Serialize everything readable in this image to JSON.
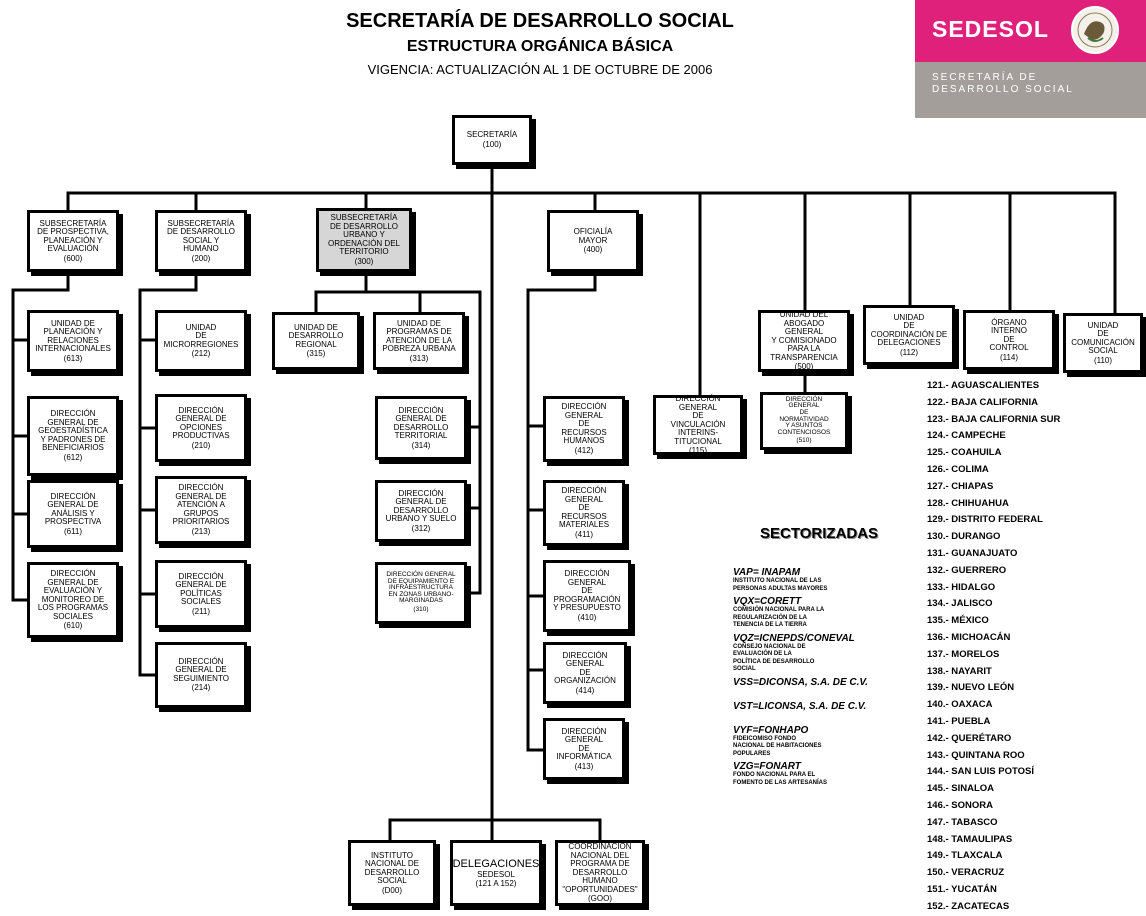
{
  "header": {
    "title": "SECRETARÍA DE DESARROLLO SOCIAL",
    "subtitle": "ESTRUCTURA ORGÁNICA BÁSICA",
    "validity": "VIGENCIA:  ACTUALIZACIÓN AL 1 DE OCTUBRE DE 2006"
  },
  "logo": {
    "brand": "SEDESOL",
    "subtitle": "SECRETARÍA DE\nDESARROLLO SOCIAL",
    "seal_icon": "mexican-coat-of-arms-icon",
    "brand_color": "#e0217b",
    "band_color": "#a39e99"
  },
  "org": {
    "secretaria": {
      "label": "SECRETARÍA",
      "code": "(100)"
    },
    "s600": {
      "label": "SUBSECRETARÍA\nDE  PROSPECTIVA,\nPLANEACIÓN Y\nEVALUACIÓN",
      "code": "(600)"
    },
    "s200": {
      "label": "SUBSECRETARÍA\nDE  DESARROLLO\nSOCIAL  Y\nHUMANO",
      "code": "(200)"
    },
    "s300": {
      "label": "SUBSECRETARÍA\nDE DESARROLLO\nURBANO Y\nORDENACIÓN DEL\nTERRITORIO",
      "code": "(300)"
    },
    "s400": {
      "label": "OFICIALÍA\nMAYOR",
      "code": "(400)"
    },
    "u500": {
      "label": "UNIDAD DEL\nABOGADO\nGENERAL\nY COMISIONADO\nPARA LA\nTRANSPARENCIA",
      "code": "(500)"
    },
    "u112": {
      "label": "UNIDAD\nDE\nCOORDINACIÓN DE\nDELEGACIONES",
      "code": "(112)"
    },
    "u114": {
      "label": "ÓRGANO\nINTERNO\nDE\nCONTROL",
      "code": "(114)"
    },
    "u110": {
      "label": "UNIDAD\nDE\nCOMUNICACIÓN\nSOCIAL",
      "code": "(110)"
    },
    "u613": {
      "label": "UNIDAD DE\nPLANEACIÓN Y\nRELACIONES\nINTERNACIONALES",
      "code": "(613)"
    },
    "u612": {
      "label": "DIRECCIÓN\nGENERAL DE\nGEOESTADÍSTICA\nY PADRONES DE\nBENEFICIARIOS",
      "code": "(612)"
    },
    "u611": {
      "label": "DIRECCIÓN\nGENERAL DE\nANÁLISIS Y\nPROSPECTIVA",
      "code": "(611)"
    },
    "u610": {
      "label": "DIRECCIÓN\nGENERAL DE\nEVALUACIÓN Y\nMONITOREO DE\nLOS PROGRAMAS\nSOCIALES",
      "code": "(610)"
    },
    "u212": {
      "label": "UNIDAD\nDE\nMICRORREGIONES",
      "code": "(212)"
    },
    "u210": {
      "label": "DIRECCIÓN\nGENERAL DE\nOPCIONES\nPRODUCTIVAS",
      "code": "(210)"
    },
    "u213": {
      "label": "DIRECCIÓN\nGENERAL DE\nATENCIÓN A\nGRUPOS\nPRIORITARIOS",
      "code": "(213)"
    },
    "u211": {
      "label": "DIRECCIÓN\nGENERAL DE\nPOLÍTICAS\nSOCIALES",
      "code": "(211)"
    },
    "u214": {
      "label": "DIRECCIÓN\nGENERAL DE\nSEGUIMIENTO",
      "code": "(214)"
    },
    "u315": {
      "label": "UNIDAD DE\nDESARROLLO\nREGIONAL",
      "code": "(315)"
    },
    "u313": {
      "label": "UNIDAD DE\nPROGRAMAS DE\nATENCIÓN DE LA\nPOBREZA URBANA",
      "code": "(313)"
    },
    "u314": {
      "label": "DIRECCIÓN\nGENERAL DE\nDESARROLLO\nTERRITORIAL",
      "code": "(314)"
    },
    "u312": {
      "label": "DIRECCIÓN\nGENERAL DE\nDESARROLLO\nURBANO Y SUELO",
      "code": "(312)"
    },
    "u310": {
      "label": "DIRECCIÓN GENERAL\nDE EQUIPAMIENTO E\nINFRAESTRUCTURA\nEN ZONAS URBANO-\nMARGINADAS",
      "code": "(310)"
    },
    "u412": {
      "label": "DIRECCIÓN\nGENERAL\nDE\nRECURSOS\nHUMANOS",
      "code": "(412)"
    },
    "u411": {
      "label": "DIRECCIÓN\nGENERAL\nDE\nRECURSOS\nMATERIALES",
      "code": "(411)"
    },
    "u410": {
      "label": "DIRECCIÓN\nGENERAL\nDE\nPROGRAMACIÓN\nY PRESUPUESTO",
      "code": "(410)"
    },
    "u414": {
      "label": "DIRECCIÓN\nGENERAL\nDE\nORGANIZACIÓN",
      "code": "(414)"
    },
    "u413": {
      "label": "DIRECCIÓN\nGENERAL\nDE\nINFORMÁTICA",
      "code": "(413)"
    },
    "u115": {
      "label": "DIRECCIÓN\nGENERAL\nDE\nVINCULACIÓN\nINTERINS-\nTITUCIONAL",
      "code": "(115)"
    },
    "u510": {
      "label": "DIRECCIÓN\nGENERAL\nDE\nNORMATIVIDAD\nY ASUNTOS\nCONTENCIOSOS",
      "code": "(510)"
    },
    "d00": {
      "label": "INSTITUTO\nNACIONAL DE\nDESARROLLO\nSOCIAL",
      "code": "(D00)"
    },
    "deleg": {
      "label": "DELEGACIONES",
      "code": "SEDESOL\n(121 A 152)"
    },
    "g00": {
      "label": "COORDINACIÓN\nNACIONAL DEL\nPROGRAMA DE\nDESARROLLO\nHUMANO\n\"OPORTUNIDADES\"",
      "code": "(GOO)"
    }
  },
  "sectorizadas": {
    "title": "SECTORIZADAS",
    "items": [
      {
        "abbr": "VAP= INAPAM",
        "desc": "INSTITUTO NACIONAL DE LAS\n        PERSONAS ADULTAS MAYORES"
      },
      {
        "abbr": "VQX=CORETT",
        "desc": "COMISIÓN NACIONAL PARA LA\n        REGULARIZACIÓN DE LA\n        TENENCIA DE LA TIERRA"
      },
      {
        "abbr": "VQZ=ICNEPDS/CONEVAL",
        "desc": "CONSEJO NACIONAL DE\n        EVALUACIÓN DE LA\n        POLÍTICA DE DESARROLLO\n        SOCIAL"
      },
      {
        "abbr": "VSS=DICONSA, S.A. DE C.V.",
        "desc": ""
      },
      {
        "abbr": "VST=LICONSA, S.A. DE C.V.",
        "desc": ""
      },
      {
        "abbr": "VYF=FONHAPO",
        "desc": "FIDEICOMISO FONDO\n        NACIONAL DE HABITACIONES\n        POPULARES"
      },
      {
        "abbr": "VZG=FONART",
        "desc": "FONDO NACIONAL PARA EL\n        FOMENTO DE LAS ARTESANÍAS"
      }
    ]
  },
  "states": [
    "121.- AGUASCALIENTES",
    "122.- BAJA CALIFORNIA",
    "123.- BAJA CALIFORNIA SUR",
    "124.- CAMPECHE",
    "125.- COAHUILA",
    "126.- COLIMA",
    "127.- CHIAPAS",
    "128.- CHIHUAHUA",
    "129.- DISTRITO FEDERAL",
    "130.- DURANGO",
    "131.- GUANAJUATO",
    "132.- GUERRERO",
    "133.- HIDALGO",
    "134.- JALISCO",
    "135.- MÉXICO",
    "136.- MICHOACÁN",
    "137.- MORELOS",
    "138.- NAYARIT",
    "139.- NUEVO LEÓN",
    "140.- OAXACA",
    "141.- PUEBLA",
    "142.- QUERÉTARO",
    "143.- QUINTANA ROO",
    "144.- SAN LUIS POTOSÍ",
    "145.- SINALOA",
    "146.- SONORA",
    "147.- TABASCO",
    "148.- TAMAULIPAS",
    "149.- TLAXCALA",
    "150.- VERACRUZ",
    "151.- YUCATÁN",
    "152.- ZACATECAS"
  ]
}
